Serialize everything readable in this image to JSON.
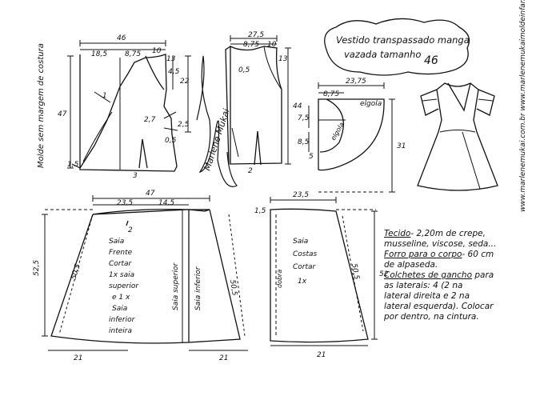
{
  "title": {
    "line1": "Vestido transpassado manga",
    "line2": "vazada tamanho",
    "size": "46"
  },
  "side_note": "Molde sem margem de costura",
  "website": "www.marlenemukai.com.br  www.marlenemukaimoldeinfantil.com.br",
  "signature": "Marlene Mukai",
  "front_bodice": {
    "top": "46",
    "seg1": "18,5",
    "seg2": "8,75",
    "seg3": "10",
    "left": "47",
    "right": "22",
    "n13": "13",
    "n45": "4,5",
    "n27": "2,7",
    "n25": "2,5",
    "n15": "1,5",
    "n05": "0,5",
    "n1": "1",
    "n3": "3"
  },
  "back_bodice": {
    "top": "27,5",
    "seg1": "8,75",
    "seg2": "10",
    "right": "44",
    "n13": "13",
    "n05": "0,5",
    "n2": "2"
  },
  "sleeve": {
    "top": "23,75",
    "seg1": "8,75",
    "left": "7,5",
    "height": "31",
    "n85": "8,5",
    "n5": "5",
    "gola": "elgola",
    "curve": "elgola"
  },
  "front_skirt": {
    "top": "47",
    "seg1": "23,5",
    "seg2": "14,5",
    "left": "52,5",
    "slant": "50,5",
    "right": "50,5",
    "bottom1": "21",
    "bottom2": "21",
    "n2": "2",
    "label_main": [
      "Saia",
      "Frente",
      "Cortar",
      "1x saia",
      "superior",
      "e 1 x",
      "Saia",
      "inferior",
      "inteira"
    ],
    "label_sup": "Saia superior",
    "label_inf": "Saia inferior"
  },
  "back_skirt": {
    "top": "23,5",
    "n15": "1,5",
    "right": "50,5",
    "far_right": "52",
    "bottom": "21",
    "fold": "dobra",
    "label": [
      "Saia",
      "Costas",
      "Cortar",
      "1x"
    ]
  },
  "notes": {
    "fabric_label": "Tecido",
    "fabric": "- 2,20m de crepe,",
    "fabric2": "musseline, viscose, seda...",
    "lining_label": "Forro para o corpo",
    "lining": "- 60 cm",
    "lining2": "de alpaseda.",
    "hooks_label": "Colchetes de gancho",
    "hooks": "para",
    "hooks2": "as laterais: 4 (2 na",
    "hooks3": "lateral direita e 2 na",
    "hooks4": "lateral esquerda). Colocar",
    "hooks5": "por dentro, na cintura."
  }
}
